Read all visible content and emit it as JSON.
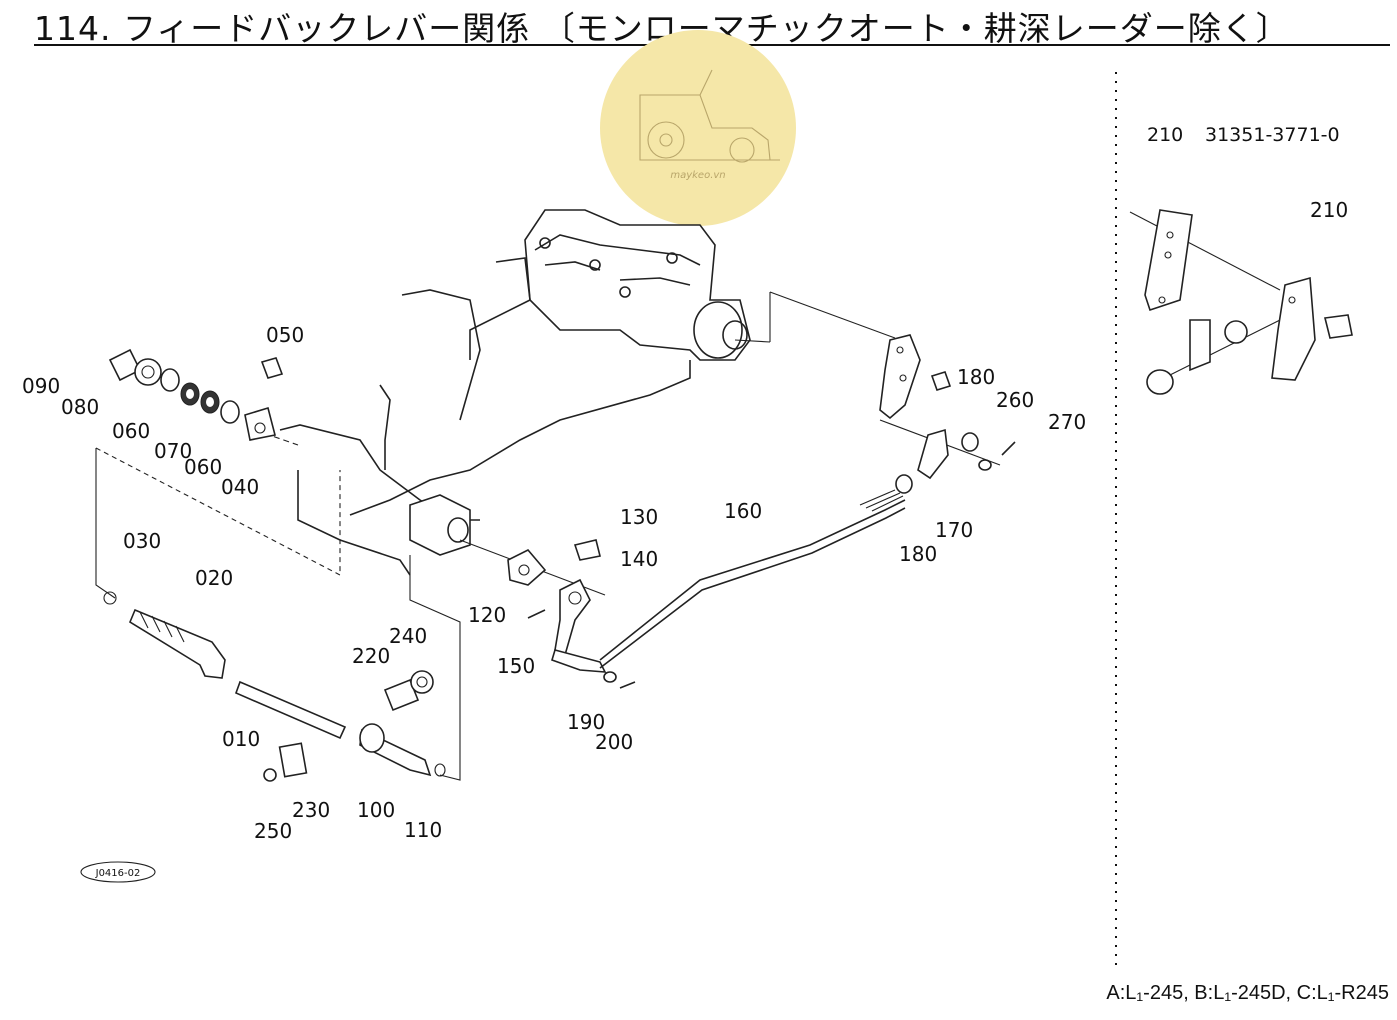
{
  "title": "114. フィードバックレバー関係 〔モンローマチックオート・耕深レーダー除く〕",
  "callouts": [
    "010",
    "020",
    "030",
    "040",
    "050",
    "060",
    "060",
    "070",
    "080",
    "090",
    "100",
    "110",
    "120",
    "130",
    "140",
    "150",
    "160",
    "170",
    "180",
    "180",
    "190",
    "200",
    "210",
    "220",
    "230",
    "240",
    "250",
    "260",
    "270"
  ],
  "side_panel": {
    "part_no": "210",
    "part_code": "31351-3771-0",
    "callout": "210"
  },
  "drawing_code": "J0416-02",
  "footer": "A:L₁-245, B:L₁-245D, C:L₁-R245",
  "watermark": {
    "text": "maykeo.vn",
    "color": "#f5e7a8",
    "icon": "tractor-icon"
  }
}
